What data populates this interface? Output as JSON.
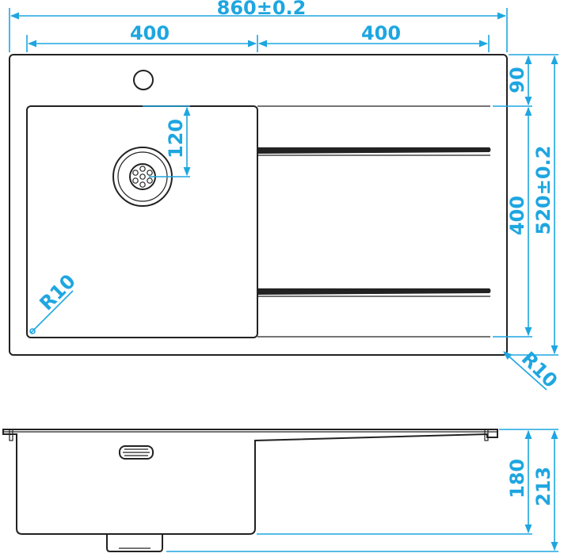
{
  "colors": {
    "outline": "#222222",
    "dimension": "#1ea6e0"
  },
  "dimensions": {
    "overall_width": "860±0.2",
    "left_width": "400",
    "right_width": "400",
    "top_margin": "90",
    "drain_offset": "120",
    "bowl_height": "400",
    "overall_height": "520±0.2",
    "inner_corner_radius": "R10",
    "outer_corner_radius": "R10",
    "bowl_depth": "180",
    "total_depth": "213"
  },
  "icons": [
    "drain-icon",
    "tap-hole-icon",
    "overflow-icon"
  ]
}
